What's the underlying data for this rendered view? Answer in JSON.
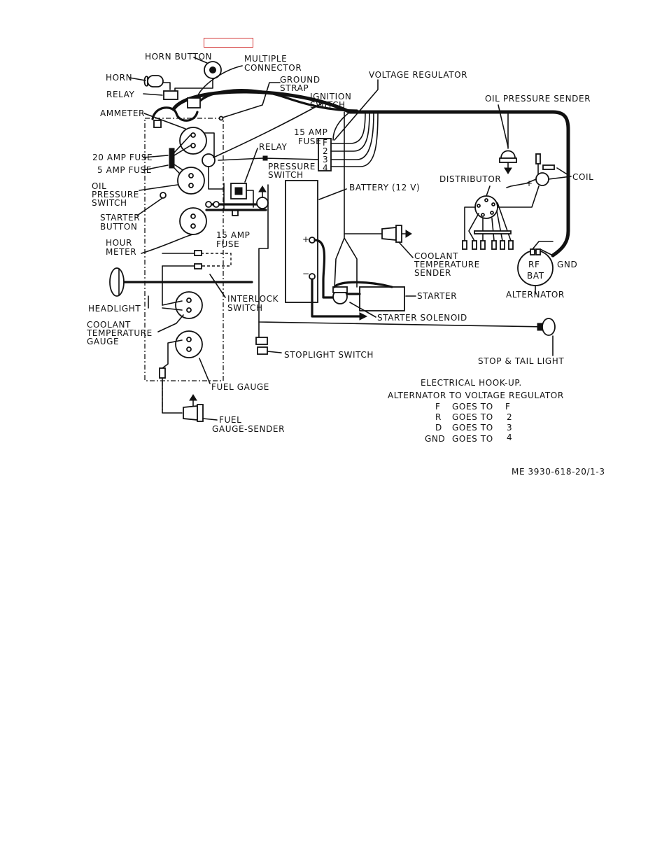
{
  "labels": {
    "horn_button": "HORN BUTTON",
    "multiple_connector_1": "MULTIPLE",
    "multiple_connector_2": "CONNECTOR",
    "horn": "HORN",
    "relay_left": "RELAY",
    "ground_strap_1": "GROUND",
    "ground_strap_2": "STRAP",
    "ignition_switch_1": "IGNITION",
    "ignition_switch_2": "SWITCH",
    "voltage_regulator": "VOLTAGE REGULATOR",
    "oil_pressure_sender": "OIL PRESSURE SENDER",
    "ammeter": "AMMETER",
    "fuse_15_top_1": "15 AMP",
    "fuse_15_top_2": "FUSE",
    "relay_mid": "RELAY",
    "fuse_20": "20 AMP FUSE",
    "fuse_5": "5 AMP FUSE",
    "pressure_switch_1": "PRESSURE",
    "pressure_switch_2": "SWITCH",
    "coil": "COIL",
    "oil_pressure_switch_1": "OIL",
    "oil_pressure_switch_2": "PRESSURE",
    "oil_pressure_switch_3": "SWITCH",
    "battery": "BATTERY (12 V)",
    "distributor": "DISTRIBUTOR",
    "starter_button_1": "STARTER",
    "starter_button_2": "BUTTON",
    "fuse_15_mid_1": "15 AMP",
    "fuse_15_mid_2": "FUSE",
    "hour_meter_1": "HOUR",
    "hour_meter_2": "METER",
    "coolant_sender_1": "COOLANT",
    "coolant_sender_2": "TEMPERATURE",
    "coolant_sender_3": "SENDER",
    "alternator": "ALTERNATOR",
    "alt_rf": "RF",
    "alt_gnd": "GND",
    "alt_bat": "BAT",
    "starter": "STARTER",
    "headlight": "HEADLIGHT",
    "interlock_switch_1": "INTERLOCK",
    "interlock_switch_2": "SWITCH",
    "starter_solenoid": "STARTER SOLENOID",
    "coolant_gauge_1": "COOLANT",
    "coolant_gauge_2": "TEMPERATURE",
    "coolant_gauge_3": "GAUGE",
    "stoplight_switch": "STOPLIGHT SWITCH",
    "stop_tail_light": "STOP & TAIL LIGHT",
    "fuel_gauge": "FUEL GAUGE",
    "fuel_sender_1": "FUEL",
    "fuel_sender_2": "GAUGE-SENDER",
    "reg_terminals": [
      "F",
      "2",
      "3",
      "4"
    ],
    "battery_plus": "+",
    "battery_minus": "−",
    "distributor_plus": "+",
    "figure_number": "ME 3930-618-20/1-3"
  },
  "hookup_table": {
    "title": "ELECTRICAL HOOK-UP.",
    "subtitle": "ALTERNATOR TO VOLTAGE REGULATOR",
    "rows": [
      {
        "from": "F",
        "goes_to": "GOES TO",
        "to": "F"
      },
      {
        "from": "R",
        "goes_to": "GOES TO",
        "to": "2"
      },
      {
        "from": "D",
        "goes_to": "GOES TO",
        "to": "3"
      },
      {
        "from": "GND",
        "goes_to": "GOES TO",
        "to": "4"
      }
    ]
  }
}
